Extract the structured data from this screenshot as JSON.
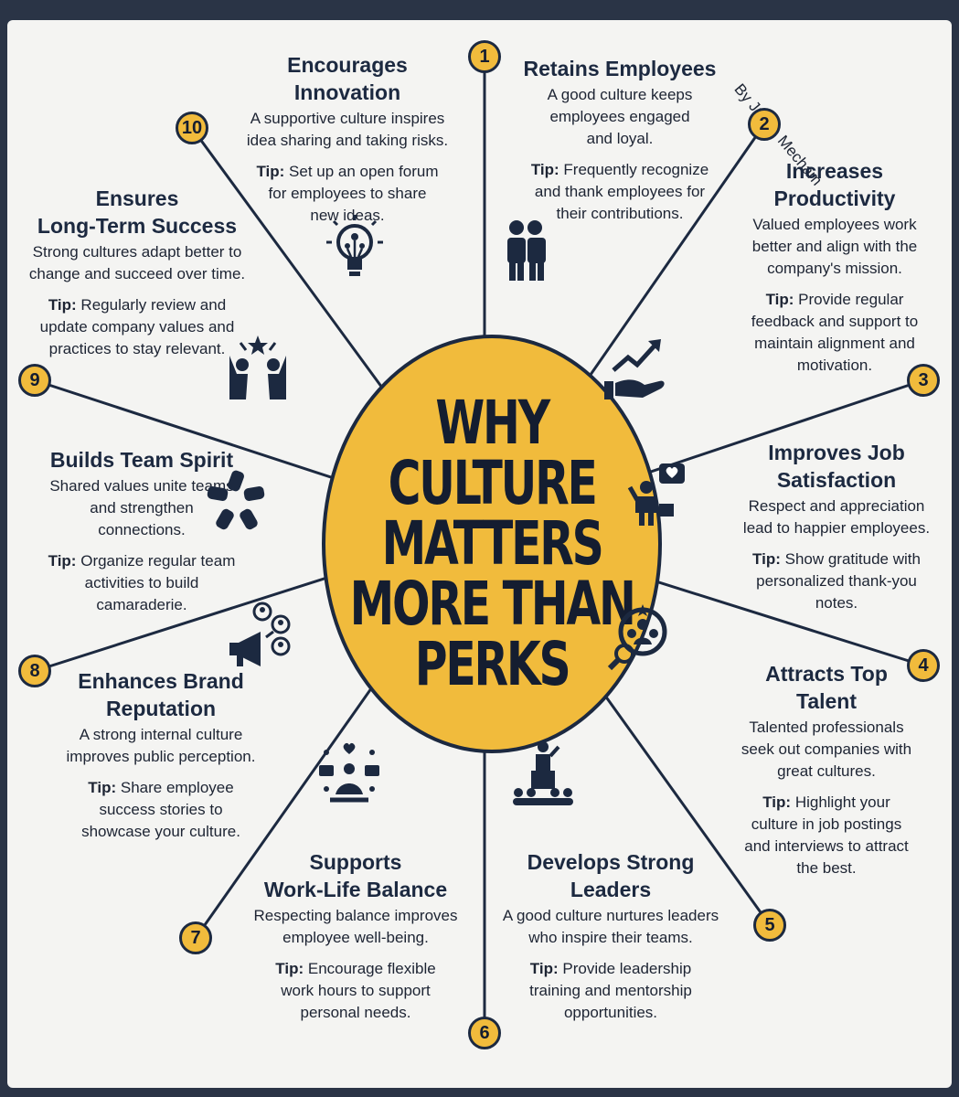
{
  "center_title": [
    "WHY",
    "CULTURE",
    "MATTERS",
    "MORE THAN",
    "PERKS"
  ],
  "byline": "By Justin Mecham",
  "colors": {
    "accent": "#f1bb3c",
    "navy": "#1c2940",
    "background": "#f4f4f2"
  },
  "items": [
    {
      "number": "1",
      "title": [
        "Retains Employees"
      ],
      "description": [
        "A good culture keeps",
        "employees engaged",
        "and loyal."
      ],
      "tip_label": "Tip:",
      "tip": [
        "Frequently recognize",
        "and thank employees for",
        "their contributions."
      ],
      "icon": "people-icon"
    },
    {
      "number": "2",
      "title": [
        "Increases",
        "Productivity"
      ],
      "description": [
        "Valued employees work",
        "better and align with the",
        "company's mission."
      ],
      "tip_label": "Tip:",
      "tip": [
        "Provide regular",
        "feedback and support to",
        "maintain alignment and",
        "motivation."
      ],
      "icon": "growth-hand-icon"
    },
    {
      "number": "3",
      "title": [
        "Improves Job",
        "Satisfaction"
      ],
      "description": [
        "Respect and appreciation",
        "lead to happier employees."
      ],
      "tip_label": "Tip:",
      "tip": [
        "Show gratitude with",
        "personalized thank-you",
        "notes."
      ],
      "icon": "heart-person-icon"
    },
    {
      "number": "4",
      "title": [
        "Attracts Top",
        "Talent"
      ],
      "description": [
        "Talented professionals",
        "seek out companies with",
        "great cultures."
      ],
      "tip_label": "Tip:",
      "tip": [
        "Highlight your",
        "culture in job postings",
        "and interviews to attract",
        "the best."
      ],
      "icon": "talent-search-icon"
    },
    {
      "number": "5",
      "title": [
        "Develops Strong",
        "Leaders"
      ],
      "description": [
        "A good culture nurtures leaders",
        "who inspire their teams."
      ],
      "tip_label": "Tip:",
      "tip": [
        "Provide leadership",
        "training and mentorship",
        "opportunities."
      ],
      "icon": "speaker-podium-icon"
    },
    {
      "number": "6",
      "title": [],
      "description": [],
      "tip_label": "",
      "tip": [],
      "icon": ""
    },
    {
      "number": "7",
      "title": [
        "Supports",
        "Work-Life Balance"
      ],
      "description": [
        "Respecting balance improves",
        "employee well-being."
      ],
      "tip_label": "Tip:",
      "tip": [
        "Encourage flexible",
        "work hours to support",
        "personal needs."
      ],
      "icon": "meditation-icon"
    },
    {
      "number": "8",
      "title": [
        "Enhances Brand",
        "Reputation"
      ],
      "description": [
        "A strong internal culture",
        "improves public perception."
      ],
      "tip_label": "Tip:",
      "tip": [
        "Share employee",
        "success stories to",
        "showcase your culture."
      ],
      "icon": "megaphone-icon"
    },
    {
      "number": "9",
      "title": [
        "Builds Team Spirit"
      ],
      "description": [
        "Shared values unite teams",
        "and strengthen",
        "connections."
      ],
      "tip_label": "Tip:",
      "tip": [
        "Organize regular team",
        "activities to build",
        "camaraderie."
      ],
      "icon": "team-circle-icon"
    },
    {
      "number": "10",
      "title": [
        "Ensures",
        "Long-Term Success"
      ],
      "description": [
        "Strong cultures adapt better to",
        "change and succeed over time."
      ],
      "tip_label": "Tip:",
      "tip": [
        "Regularly review and",
        "update company values and",
        "practices to stay relevant."
      ],
      "icon": "celebrate-icon"
    },
    {
      "number": "",
      "title": [
        "Encourages",
        "Innovation"
      ],
      "description": [
        "A supportive culture inspires",
        "idea sharing and taking risks."
      ],
      "tip_label": "Tip:",
      "tip": [
        "Set up an open forum",
        "for employees to share",
        "new ideas."
      ],
      "icon": "lightbulb-icon"
    }
  ]
}
